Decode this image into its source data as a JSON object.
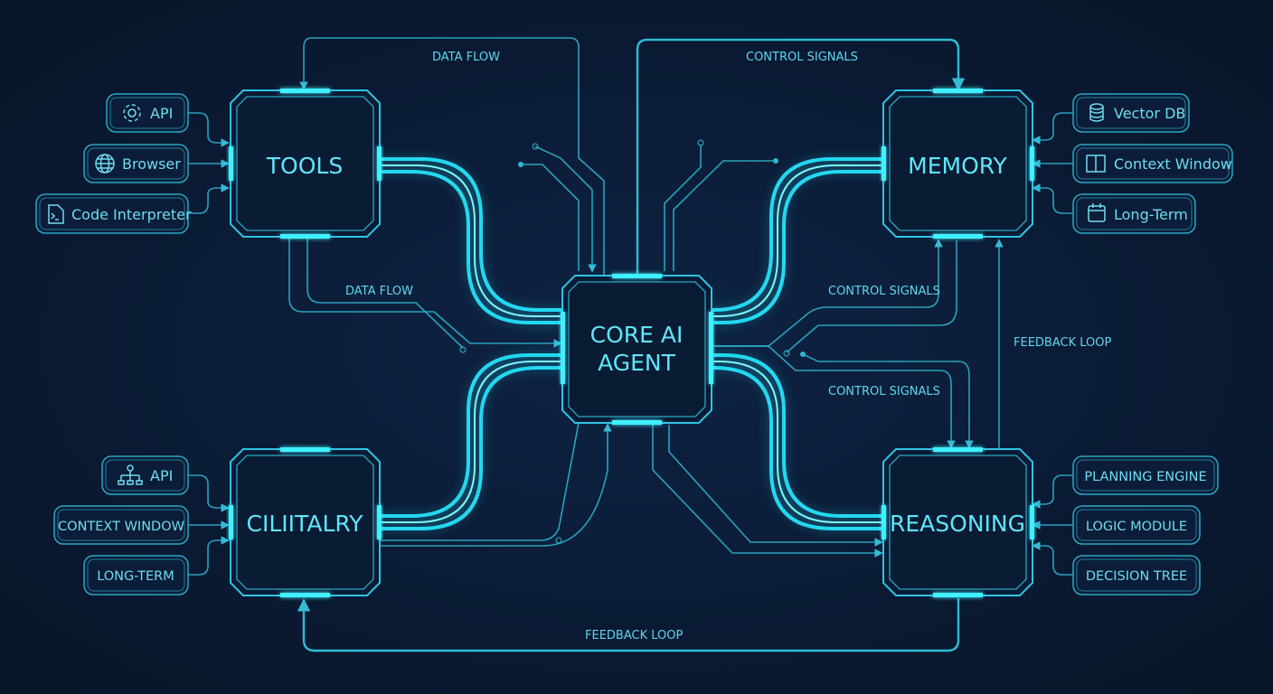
{
  "nodes": {
    "core": "CORE AI",
    "core_line2": "AGENT",
    "tools": "TOOLS",
    "memory": "MEMORY",
    "ciliitalry": "CILIITALRY",
    "reasoning": "REASONING"
  },
  "tools_inputs": [
    {
      "label": "API",
      "icon": "gear-icon"
    },
    {
      "label": "Browser",
      "icon": "globe-icon"
    },
    {
      "label": "Code Interpreter",
      "icon": "terminal-file-icon"
    }
  ],
  "memory_inputs": [
    {
      "label": "Vector DB",
      "icon": "database-icon"
    },
    {
      "label": "Context Window",
      "icon": "book-icon"
    },
    {
      "label": "Long-Term",
      "icon": "calendar-icon"
    }
  ],
  "ciliitalry_inputs": [
    {
      "label": "API",
      "icon": "network-icon"
    },
    {
      "label": "CONTEXT WINDOW"
    },
    {
      "label": "LONG-TERM"
    }
  ],
  "reasoning_inputs": [
    {
      "label": "PLANNING ENGINE"
    },
    {
      "label": "LOGIC MODULE"
    },
    {
      "label": "DECISION TREE"
    }
  ],
  "edge_labels": {
    "data_flow_top": "DATA FLOW",
    "control_signals_top": "CONTROL SIGNALS",
    "data_flow_mid": "DATA FLOW",
    "control_signals_mid1": "CONTROL SIGNALS",
    "control_signals_mid2": "CONTROL SIGNALS",
    "feedback_loop_right": "FEEDBACK LOOP",
    "feedback_loop_bottom": "FEEDBACK LOOP"
  },
  "colors": {
    "background": "#0a1a33",
    "accent": "#23d8f0",
    "line": "#2fb8d6"
  }
}
